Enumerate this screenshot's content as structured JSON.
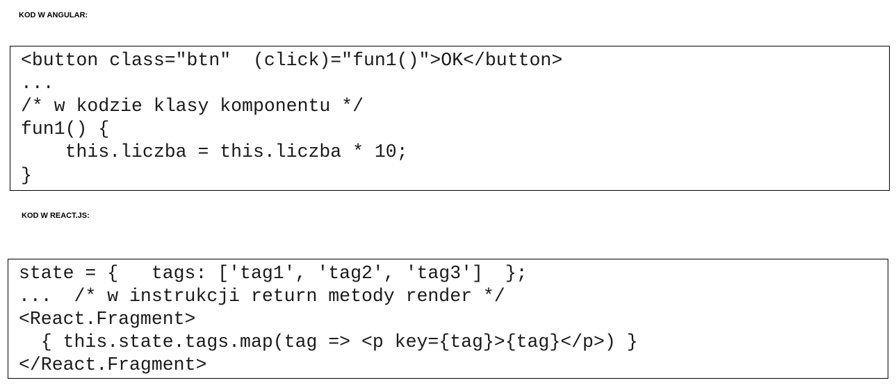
{
  "sections": [
    {
      "heading": "KOD W ANGULAR:",
      "code_lines": [
        "<button class=\"btn\"  (click)=\"fun1()\">OK</button>",
        "...",
        "/* w kodzie klasy komponentu */",
        "fun1() {",
        "    this.liczba = this.liczba * 10;",
        "}"
      ]
    },
    {
      "heading": "KOD W REACT.JS:",
      "code_lines": [
        "state = {   tags: ['tag1', 'tag2', 'tag3']  };",
        "...  /* w instrukcji return metody render */",
        "<React.Fragment>",
        "  { this.state.tags.map(tag => <p key={tag}>{tag}</p>) }",
        "</React.Fragment>"
      ]
    }
  ]
}
